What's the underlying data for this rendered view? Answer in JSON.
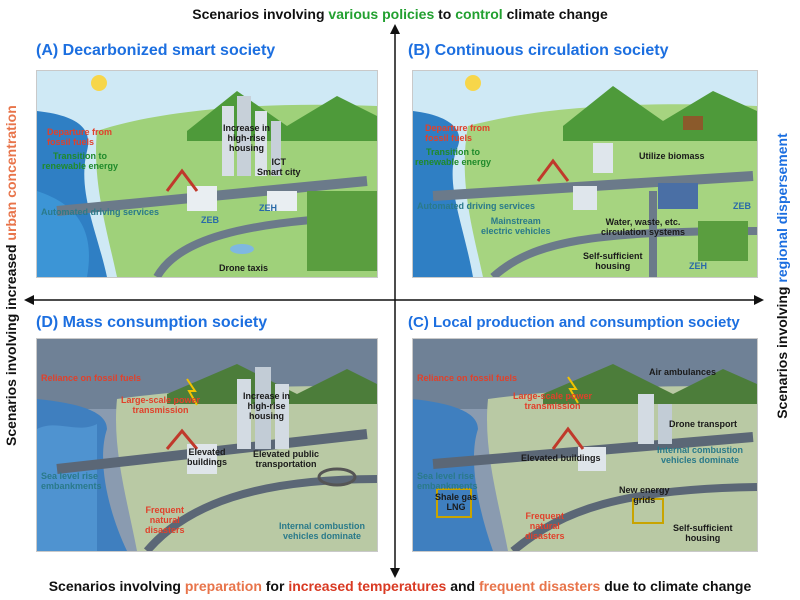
{
  "header": {
    "top_prefix": "Scenarios involving",
    "top_green1": "various policies",
    "top_mid": "to",
    "top_green2": "control",
    "top_suffix": "climate change",
    "bottom_prefix": "Scenarios involving",
    "bottom_orange1": "preparation",
    "bottom_for": "for",
    "bottom_red": "increased temperatures",
    "bottom_and": "and",
    "bottom_orange2": "frequent disasters",
    "bottom_suffix": "due to climate change"
  },
  "axes": {
    "left_prefix": "Scenarios involving increased",
    "left_colored": "urban concentration",
    "right_prefix": "Scenarios involving",
    "right_colored": "regional dispersement"
  },
  "quadrants": {
    "a": {
      "title": "(A) Decarbonized smart society",
      "labels": {
        "departure": "Departure from\nfossil fuels",
        "transition": "Transition to\nrenewable energy",
        "highrise": "Increase in\nhigh-rise\nhousing",
        "ict": "ICT\nSmart city",
        "automated": "Automated driving services",
        "zeb": "ZEB",
        "zeh": "ZEH",
        "drone": "Drone taxis"
      }
    },
    "b": {
      "title": "(B) Continuous circulation society",
      "labels": {
        "departure": "Departure from\nfossil fuels",
        "transition": "Transition to\nrenewable energy",
        "biomass": "Utilize biomass",
        "automated": "Automated driving services",
        "zeb": "ZEB",
        "mainstream": "Mainstream\nelectric vehicles",
        "water": "Water, waste, etc.\ncirculation systems",
        "selfsuff": "Self-sufficient\nhousing",
        "zeh": "ZEH"
      }
    },
    "d": {
      "title": "(D) Mass consumption society",
      "labels": {
        "reliance": "Reliance on fossil fuels",
        "largescale": "Large-scale power\ntransmission",
        "highrise": "Increase in\nhigh-rise\nhousing",
        "elevated_bldg": "Elevated\nbuildings",
        "elevated_transport": "Elevated public\ntransportation",
        "sealevel": "Sea level rise\nembankments",
        "frequent": "Frequent\nnatural\ndisasters",
        "internal": "Internal combustion\nvehicles dominate"
      }
    },
    "c": {
      "title": "(C) Local production and  consumption society",
      "labels": {
        "reliance": "Reliance on fossil fuels",
        "largescale": "Large-scale power\ntransmission",
        "air": "Air ambulances",
        "drone": "Drone transport",
        "elevated_bldg": "Elevated buildings",
        "internal": "Internal combustion\nvehicles dominate",
        "sealevel": "Sea level rise\nembankments",
        "shale": "Shale gas\nLNG",
        "newenergy": "New energy\ngrids",
        "frequent": "Frequent\nnatural\ndisasters",
        "selfsuff": "Self-sufficient\nhousing"
      }
    }
  },
  "colors": {
    "title_blue": "#1c6fe0",
    "green": "#22a030",
    "orange": "#e8744a",
    "red": "#d93a23"
  }
}
